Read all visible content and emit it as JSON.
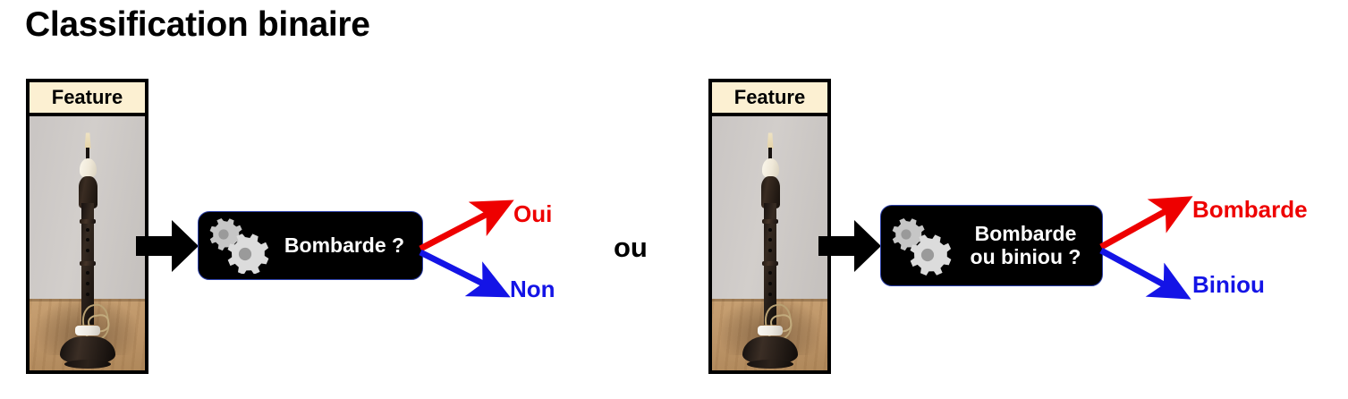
{
  "title": "Classification binaire",
  "separator": "ou",
  "diagrams": [
    {
      "id": "binary-yes-no",
      "feature_label": "Feature",
      "photo_alt": "bombarde",
      "arrow_label": "input-arrow",
      "model_question": "Bombarde ?",
      "outcomes": {
        "positive": "Oui",
        "negative": "Non"
      }
    },
    {
      "id": "binary-class-names",
      "feature_label": "Feature",
      "photo_alt": "bombarde",
      "arrow_label": "input-arrow",
      "model_question": "Bombarde\nou biniou ?",
      "outcomes": {
        "positive": "Bombarde",
        "negative": "Biniou"
      }
    }
  ],
  "icons": {
    "gears": "gears-icon",
    "process_arrow": "right-arrow-icon",
    "branch_positive": "red-arrow-up-right-icon",
    "branch_negative": "blue-arrow-down-right-icon"
  },
  "colors": {
    "positive": "#ee0000",
    "negative": "#1414e6",
    "model_box": "#000000",
    "feature_label_bg": "#fcf0d2",
    "text": "#000000",
    "model_text": "#ffffff",
    "gear_light": "#dcdcdc",
    "gear_dark": "#c6c6c6",
    "gear_hub": "#9a9a9a"
  }
}
